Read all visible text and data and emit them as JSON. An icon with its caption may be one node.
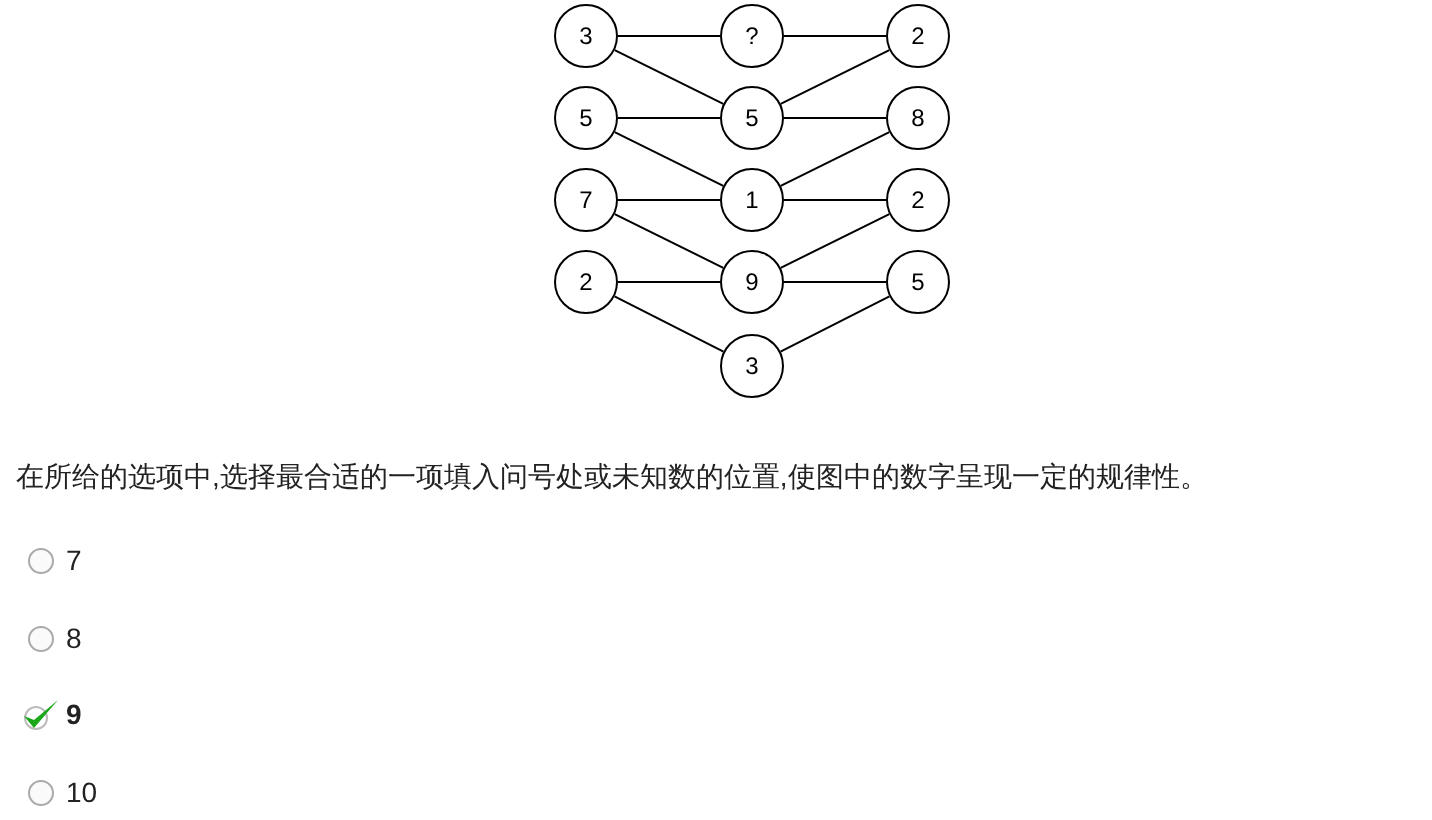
{
  "diagram": {
    "nodes": [
      {
        "text": [
          "3"
        ]
      },
      {
        "text": [
          "?"
        ]
      },
      {
        "text": [
          "2"
        ]
      },
      {
        "text": [
          "5"
        ]
      },
      {
        "text": [
          "5"
        ]
      },
      {
        "text": [
          "8"
        ]
      },
      {
        "text": [
          "7"
        ]
      },
      {
        "text": [
          "1"
        ]
      },
      {
        "text": [
          "2"
        ]
      },
      {
        "text": [
          "2"
        ]
      },
      {
        "text": [
          "9"
        ]
      },
      {
        "text": [
          "5"
        ]
      },
      {
        "text": [
          "3"
        ]
      }
    ],
    "edges": [
      {
        "from": 0,
        "to": 1,
        "arrow": "none"
      },
      {
        "from": 1,
        "to": 2,
        "arrow": "none"
      },
      {
        "from": 0,
        "to": 4,
        "arrow": "none"
      },
      {
        "from": 2,
        "to": 4,
        "arrow": "none"
      },
      {
        "from": 3,
        "to": 4,
        "arrow": "none"
      },
      {
        "from": 4,
        "to": 5,
        "arrow": "none"
      },
      {
        "from": 3,
        "to": 7,
        "arrow": "none"
      },
      {
        "from": 5,
        "to": 7,
        "arrow": "none"
      },
      {
        "from": 6,
        "to": 7,
        "arrow": "none"
      },
      {
        "from": 7,
        "to": 8,
        "arrow": "none"
      },
      {
        "from": 6,
        "to": 10,
        "arrow": "none"
      },
      {
        "from": 8,
        "to": 10,
        "arrow": "none"
      },
      {
        "from": 9,
        "to": 10,
        "arrow": "none"
      },
      {
        "from": 10,
        "to": 11,
        "arrow": "none"
      },
      {
        "from": 9,
        "to": 12,
        "arrow": "none"
      },
      {
        "from": 11,
        "to": 12,
        "arrow": "none"
      }
    ],
    "labels": [
      "在所给的选项中,选择最合适的一项填入问号处或未知数的位置,使图中的数字呈现一定的规律性。",
      "7",
      "8",
      "9",
      "10"
    ]
  }
}
